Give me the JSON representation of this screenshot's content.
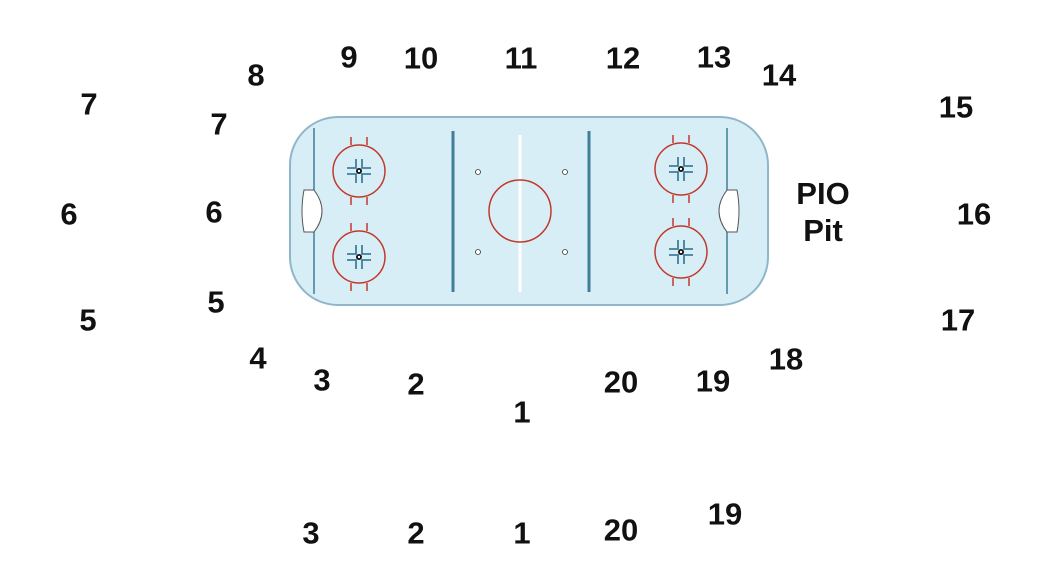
{
  "colors": {
    "ice": "#d8eef7",
    "ice_border": "#8fb6c9",
    "red_line": "#c0392b",
    "blue_line": "#3f7f9a",
    "text": "#111111"
  },
  "sections": {
    "outer_left": [
      "7",
      "6",
      "5"
    ],
    "inner_left": [
      "8",
      "7",
      "6",
      "5",
      "4"
    ],
    "top": [
      "9",
      "10",
      "11",
      "12",
      "13",
      "14"
    ],
    "right": [
      "15",
      "16",
      "17",
      "18"
    ],
    "inner_bottom": [
      "3",
      "2",
      "1",
      "20",
      "19"
    ],
    "outer_bottom": [
      "3",
      "2",
      "1",
      "20",
      "19"
    ]
  },
  "pit": {
    "line1": "PIO",
    "line2": "Pit"
  }
}
